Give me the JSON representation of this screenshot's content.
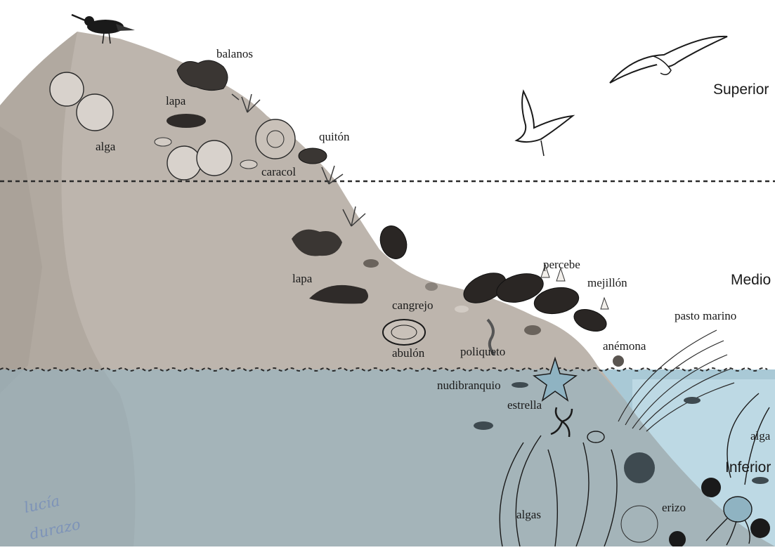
{
  "zones": {
    "superior": "Superior",
    "medio": "Medio",
    "inferior": "Inferior"
  },
  "labels": {
    "balanos": "balanos",
    "lapa_top": "lapa",
    "alga_top": "alga",
    "quiton": "quitón",
    "caracol": "caracol",
    "lapa_mid": "lapa",
    "cangrejo": "cangrejo",
    "abulon": "abulón",
    "poliqueto": "poliqueto",
    "percebe": "percebe",
    "mejillon": "mejillón",
    "anemona": "anémona",
    "pasto_marino": "pasto marino",
    "nudibranquio": "nudibranquio",
    "estrella": "estrella",
    "alga_right": "alga",
    "algas": "algas",
    "erizo": "erizo"
  },
  "signature": {
    "line1": "lucía",
    "line2": "durazo"
  },
  "colors": {
    "rock": "#bdb5ad",
    "rock_shadow": "#a79f96",
    "water": "#a9c9d6",
    "water_deep": "#94b9c8",
    "dashed_line": "#2b2b2b",
    "ink": "#1a1a1a"
  }
}
